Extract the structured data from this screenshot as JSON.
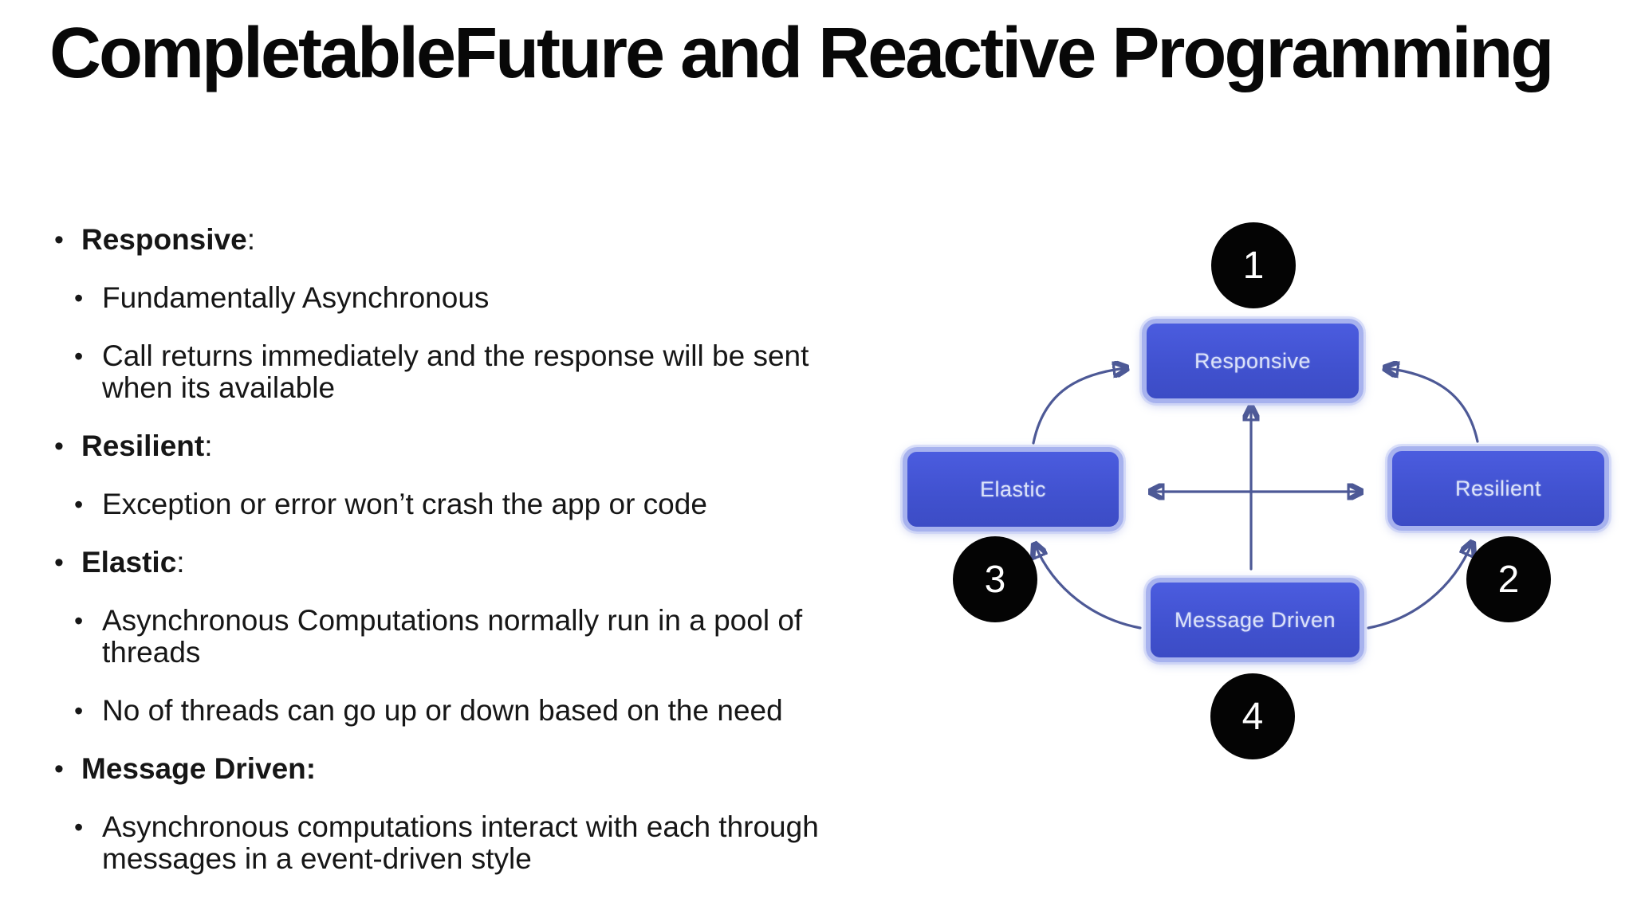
{
  "title": "CompletableFuture and Reactive Programming",
  "bullets": {
    "items": [
      {
        "term": "Responsive",
        "sep": ":",
        "subs": [
          {
            "lines": [
              "Fundamentally Asynchronous"
            ]
          },
          {
            "lines": [
              "Call returns immediately and the response will be sent",
              "when its available"
            ]
          }
        ]
      },
      {
        "term": "Resilient",
        "sep": ":",
        "subs": [
          {
            "lines": [
              "Exception or error won’t crash the app or code"
            ]
          }
        ]
      },
      {
        "term": "Elastic",
        "sep": ":",
        "subs": [
          {
            "lines": [
              "Asynchronous Computations normally run in a pool of",
              "threads"
            ]
          },
          {
            "lines": [
              "No of threads can go up or down based on the need"
            ]
          }
        ]
      },
      {
        "term": "Message Driven:",
        "sep": "",
        "subs": [
          {
            "lines": [
              "Asynchronous computations interact with each through",
              "messages in a event-driven style"
            ]
          }
        ]
      }
    ]
  },
  "diagram": {
    "nodes": {
      "responsive": "Responsive",
      "elastic": "Elastic",
      "resilient": "Resilient",
      "message_driven": "Message Driven"
    },
    "badges": {
      "b1": "1",
      "b2": "2",
      "b3": "3",
      "b4": "4"
    },
    "colors": {
      "node_fill": "#4152d0",
      "node_border": "#a7b2ee",
      "node_text": "#dbe2f9",
      "arrow": "#4d5996",
      "badge_bg": "#000000",
      "badge_text": "#ffffff"
    }
  }
}
